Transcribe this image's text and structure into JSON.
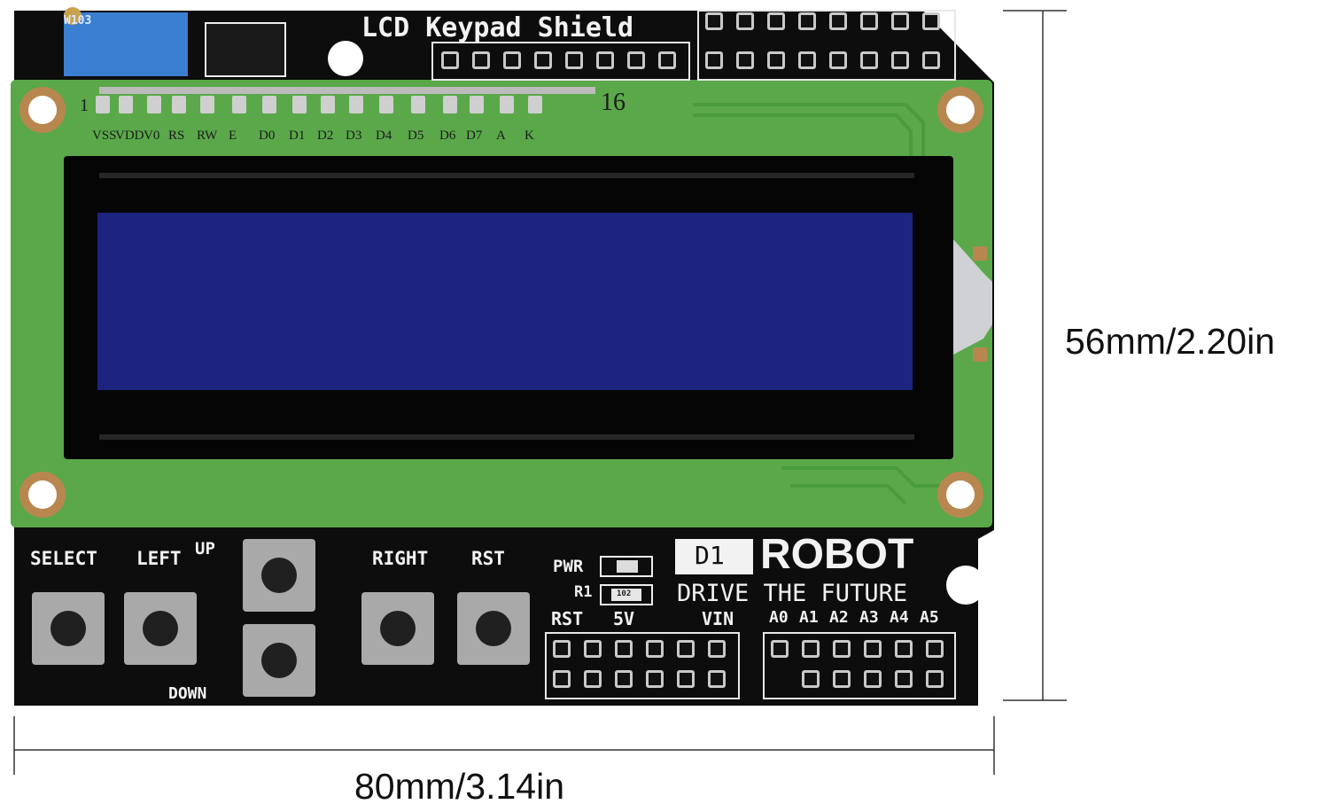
{
  "board": {
    "title": "LCD Keypad Shield",
    "pin_start": "1",
    "pin_end": "16",
    "pin_labels": [
      "VSS",
      "VDD",
      "V0",
      "RS",
      "RW",
      "E",
      "D0",
      "D1",
      "D2",
      "D3",
      "D4",
      "D5",
      "D6",
      "D7",
      "A",
      "K"
    ],
    "trimmer": "W103",
    "buttons": {
      "select": "SELECT",
      "left": "LEFT",
      "up": "UP",
      "down": "DOWN",
      "right": "RIGHT",
      "rst": "RST"
    },
    "pwr": "PWR",
    "r1": "R1",
    "rst_pin": "RST",
    "five_v": "5V",
    "vin": "VIN",
    "analog_pins": [
      "A0",
      "A1",
      "A2",
      "A3",
      "A4",
      "A5"
    ],
    "brand_badge": "D1",
    "brand_name": "ROBOT",
    "slogan": "DRIVE  THE  FUTURE",
    "resistor_code": "102"
  },
  "dimensions": {
    "height": "56mm/2.20in",
    "width": "80mm/3.14in"
  },
  "colors": {
    "pcb_black": "#0d0d0d",
    "module_green": "#5aa84a",
    "lcd_blue": "#1c2480",
    "silk_white": "#f2f2f2"
  }
}
